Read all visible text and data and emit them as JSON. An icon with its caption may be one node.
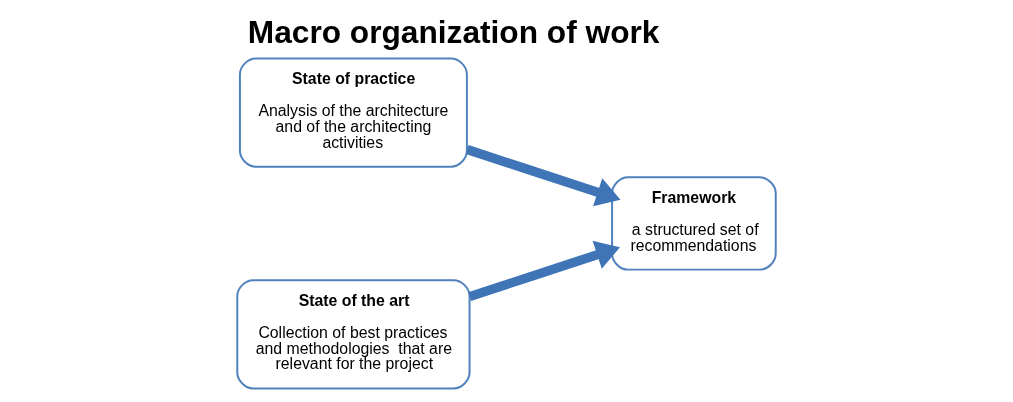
{
  "diagram": {
    "title": "Macro organization of work",
    "nodes": [
      {
        "text": [
          "State of practice",
          "Analysis of the architecture and of the architecting activities"
        ]
      },
      {
        "text": [
          "State of the art",
          "Collection of best practices and methodologies  that are relevant for the project"
        ]
      },
      {
        "text": [
          "Framework",
          "a structured set of recommendations"
        ]
      }
    ],
    "edges": [
      {
        "from": 0,
        "to": 2,
        "arrow": "to"
      },
      {
        "from": 1,
        "to": 2,
        "arrow": "to"
      }
    ]
  }
}
